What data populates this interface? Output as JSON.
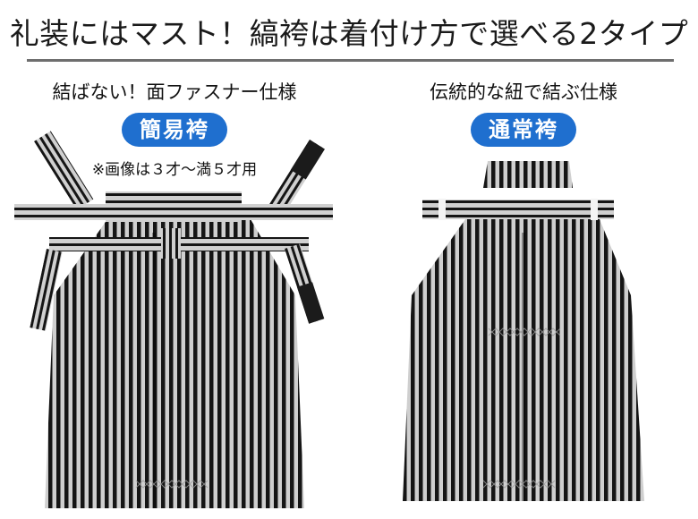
{
  "header": {
    "title": "礼装にはマスト！縞袴は着付け方で選べる2タイプ"
  },
  "left_panel": {
    "subtitle": "結ばない！面ファスナー仕様",
    "badge": "簡易袴",
    "note": "※画像は３才〜満５才用",
    "image": "striped-hakama-easy-type"
  },
  "right_panel": {
    "subtitle": "伝統的な紐で結ぶ仕様",
    "badge": "通常袴",
    "image": "striped-hakama-traditional-type"
  },
  "colors": {
    "badge_blue": "#1f6fcf",
    "divider_gray": "#6e6e6e",
    "stripe_dark": "#161616",
    "stripe_light": "#c9c9c9"
  }
}
